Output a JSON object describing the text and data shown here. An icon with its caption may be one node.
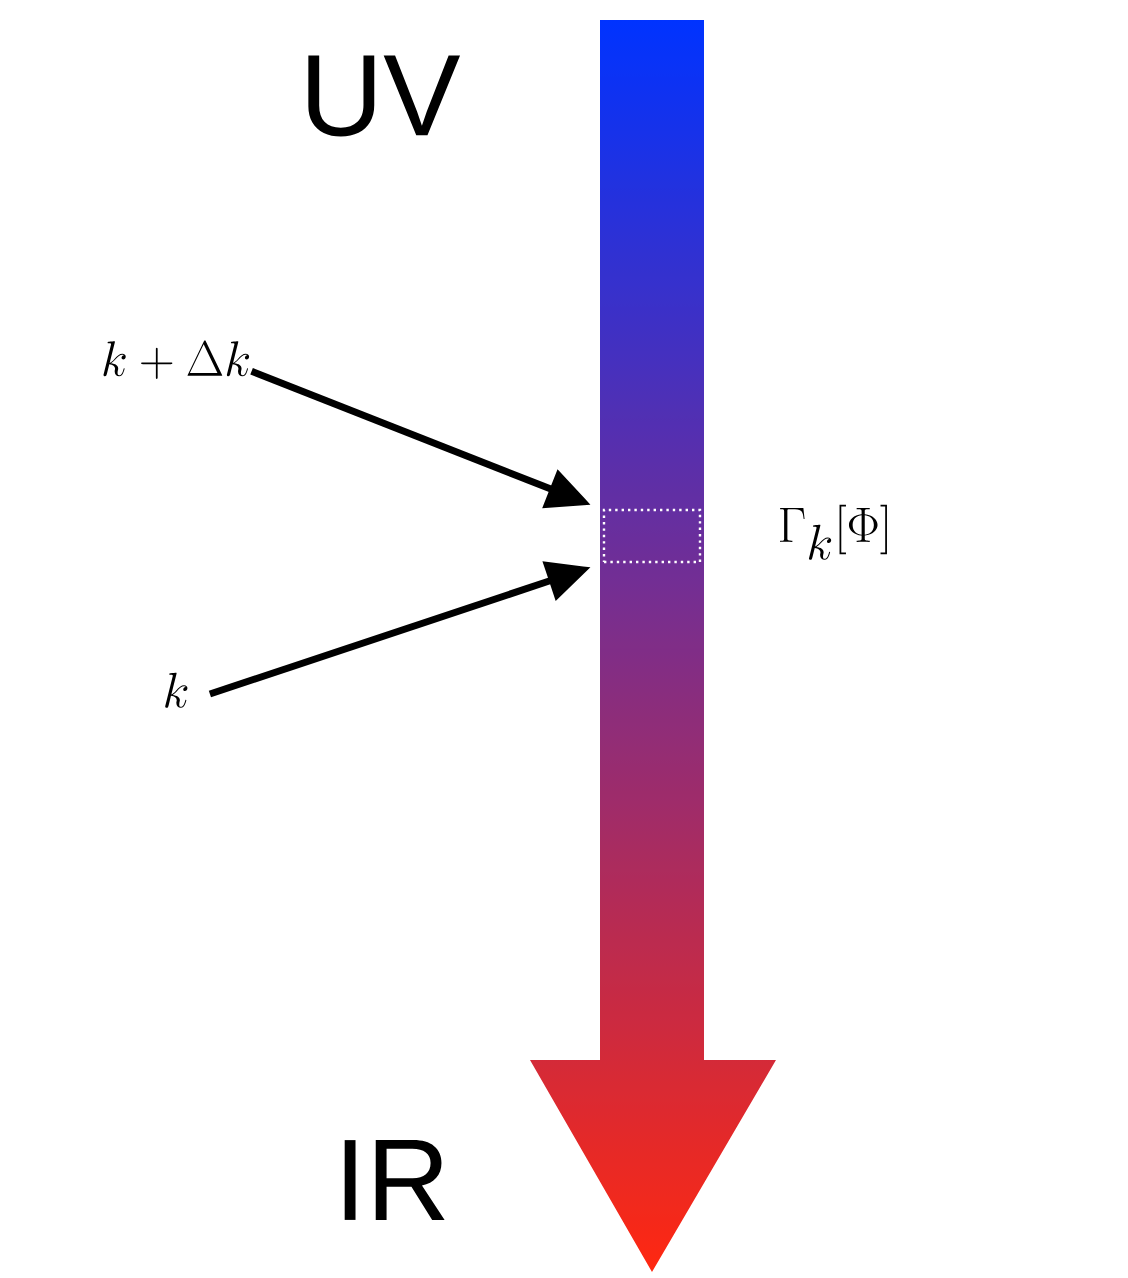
{
  "diagram": {
    "nodes": [
      {
        "text": [],
        "shape": "box",
        "beside": [
          "\\Gamma_k[\\Phi]"
        ]
      },
      {
        "text": [
          "k + \\Delta k"
        ]
      },
      {
        "text": [
          "k"
        ]
      }
    ],
    "edges": [
      {
        "from": 1,
        "to": 0,
        "arrow": "to"
      },
      {
        "from": 2,
        "to": 0,
        "arrow": "to"
      }
    ],
    "labels": [
      "UV",
      "IR"
    ]
  }
}
